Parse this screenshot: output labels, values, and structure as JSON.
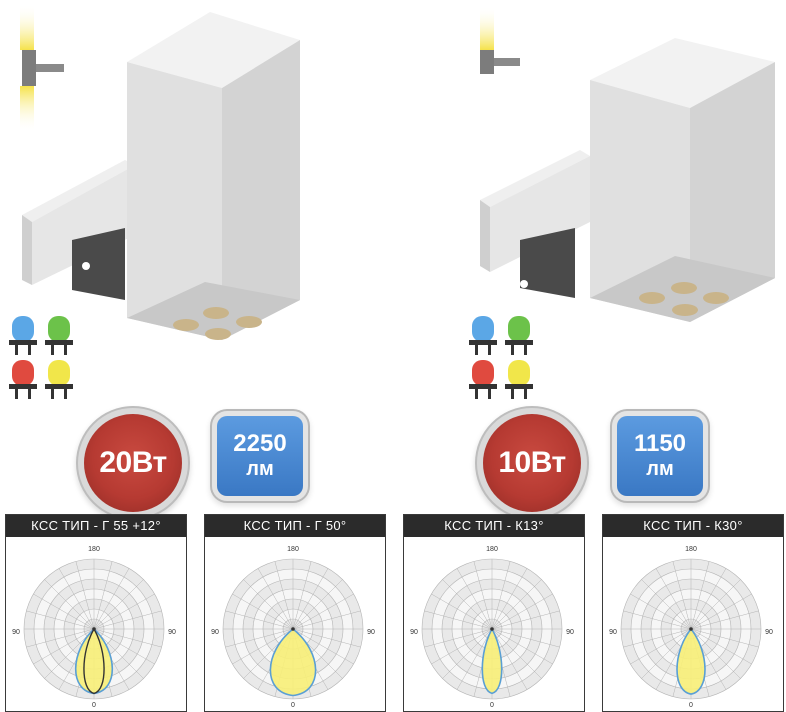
{
  "products": [
    {
      "power": "20Вт",
      "lumens_value": "2250",
      "lumens_unit": "лм"
    },
    {
      "power": "10Вт",
      "lumens_value": "1150",
      "lumens_unit": "лм"
    }
  ],
  "ksc_panels": [
    {
      "title": "КСС  ТИП - Г 55 +12°",
      "tick_top": "180",
      "tick_left": "90",
      "tick_right": "90",
      "tick_bottom": "0"
    },
    {
      "title": "КСС  ТИП - Г 50°",
      "tick_top": "180",
      "tick_left": "90",
      "tick_right": "90",
      "tick_bottom": "0"
    },
    {
      "title": "КСС  ТИП - К13°",
      "tick_top": "180",
      "tick_left": "90",
      "tick_right": "90",
      "tick_bottom": "0"
    },
    {
      "title": "КСС  ТИП - К30°",
      "tick_top": "180",
      "tick_left": "90",
      "tick_right": "90",
      "tick_bottom": "0"
    }
  ],
  "led_colors": [
    "#5ba7e6",
    "#6cc24a",
    "#e04a3f",
    "#f1e64a"
  ],
  "colors": {
    "housing": "#dcdcdc",
    "power_badge": "#b63a32",
    "lumen_badge": "#4a88d4",
    "beam_fill": "#f7ef7a",
    "beam_outline": "#5a9fd4"
  }
}
